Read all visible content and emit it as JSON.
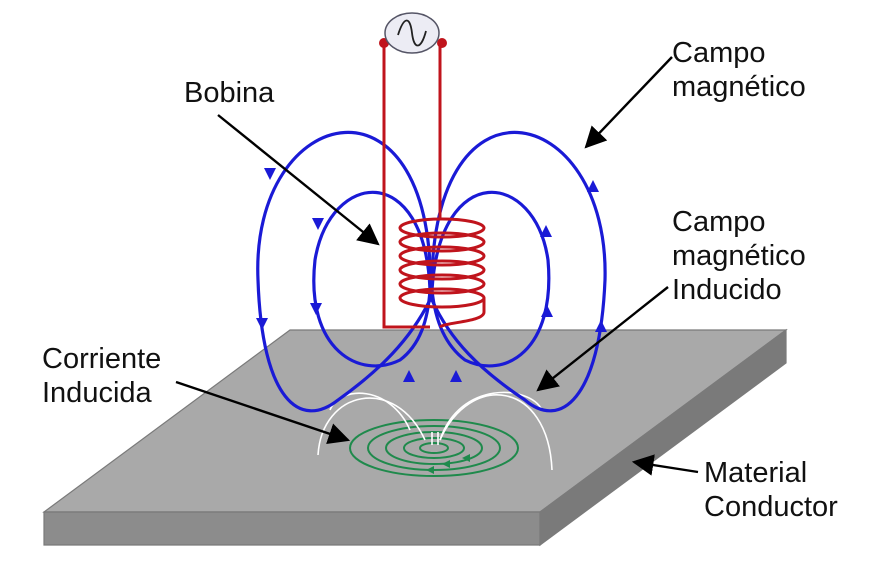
{
  "labels": {
    "bobina": "Bobina",
    "campo_magnetico": [
      "Campo",
      "magnético"
    ],
    "campo_inducido": [
      "Campo",
      "magnético",
      "Inducido"
    ],
    "corriente_inducida": [
      "Corriente",
      "Inducida"
    ],
    "material_conductor": [
      "Material",
      "Conductor"
    ]
  },
  "source_icon": "ac-sine-wave-icon",
  "colors": {
    "magnetic_field": "#1a1ad6",
    "coil": "#c0141c",
    "eddy_current": "#1f8a4c",
    "induced_field": "#ffffff",
    "plate_top": "#a9a9a9",
    "plate_side": "#8c8c8c",
    "plate_edge": "#7a7a7a",
    "pointer": "#000000"
  }
}
